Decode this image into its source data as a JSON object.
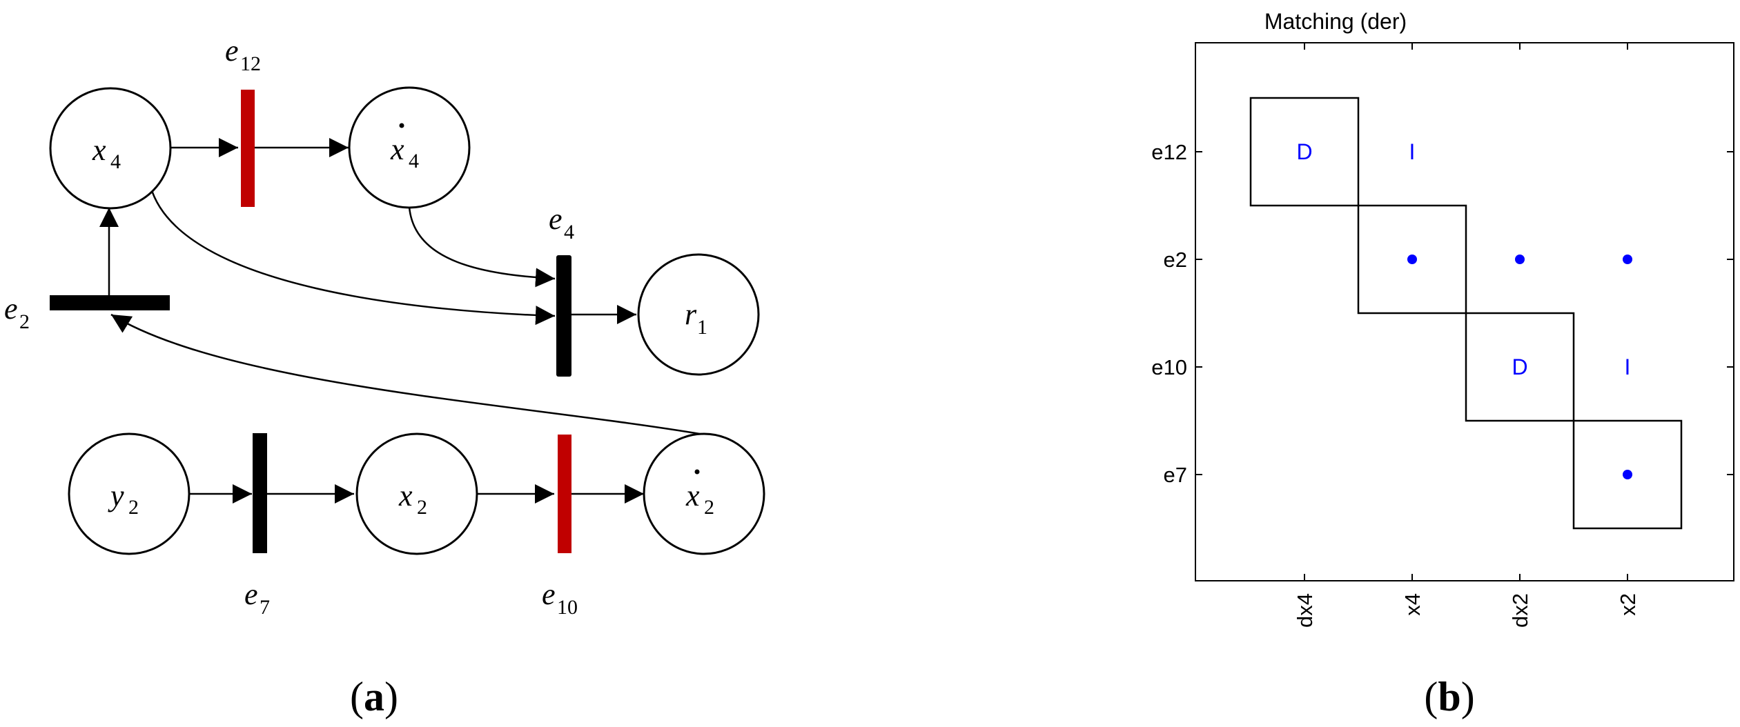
{
  "panel_a": {
    "caption_open": "(",
    "caption_letter": "a",
    "caption_close": ")",
    "nodes": [
      {
        "id": "x4",
        "base": "x",
        "sub": "4",
        "dot": false
      },
      {
        "id": "dx4",
        "base": "x",
        "sub": "4",
        "dot": true
      },
      {
        "id": "r1",
        "base": "r",
        "sub": "1",
        "dot": false
      },
      {
        "id": "y2",
        "base": "y",
        "sub": "2",
        "dot": false
      },
      {
        "id": "x2",
        "base": "x",
        "sub": "2",
        "dot": false
      },
      {
        "id": "dx2",
        "base": "x",
        "sub": "2",
        "dot": true
      }
    ],
    "constraints": [
      {
        "id": "e12",
        "base": "e",
        "sub": "12",
        "color": "#c00000"
      },
      {
        "id": "e4",
        "base": "e",
        "sub": "4",
        "color": "#000000"
      },
      {
        "id": "e2",
        "base": "e",
        "sub": "2",
        "color": "#000000"
      },
      {
        "id": "e7",
        "base": "e",
        "sub": "7",
        "color": "#000000"
      },
      {
        "id": "e10",
        "base": "e",
        "sub": "10",
        "color": "#c00000"
      }
    ]
  },
  "panel_b": {
    "title": "Matching (der)",
    "caption_open": "(",
    "caption_letter": "b",
    "caption_close": ")",
    "row_labels": [
      "e12",
      "e2",
      "e10",
      "e7"
    ],
    "col_labels": [
      "dx4",
      "x4",
      "dx2",
      "x2"
    ],
    "cells": [
      {
        "row": 0,
        "col": 0,
        "mark": "D"
      },
      {
        "row": 0,
        "col": 1,
        "mark": "I"
      },
      {
        "row": 1,
        "col": 1,
        "mark": "dot"
      },
      {
        "row": 1,
        "col": 2,
        "mark": "dot"
      },
      {
        "row": 1,
        "col": 3,
        "mark": "dot"
      },
      {
        "row": 2,
        "col": 2,
        "mark": "D"
      },
      {
        "row": 2,
        "col": 3,
        "mark": "I"
      },
      {
        "row": 3,
        "col": 3,
        "mark": "dot"
      }
    ],
    "mark_color": "#0000ff"
  }
}
